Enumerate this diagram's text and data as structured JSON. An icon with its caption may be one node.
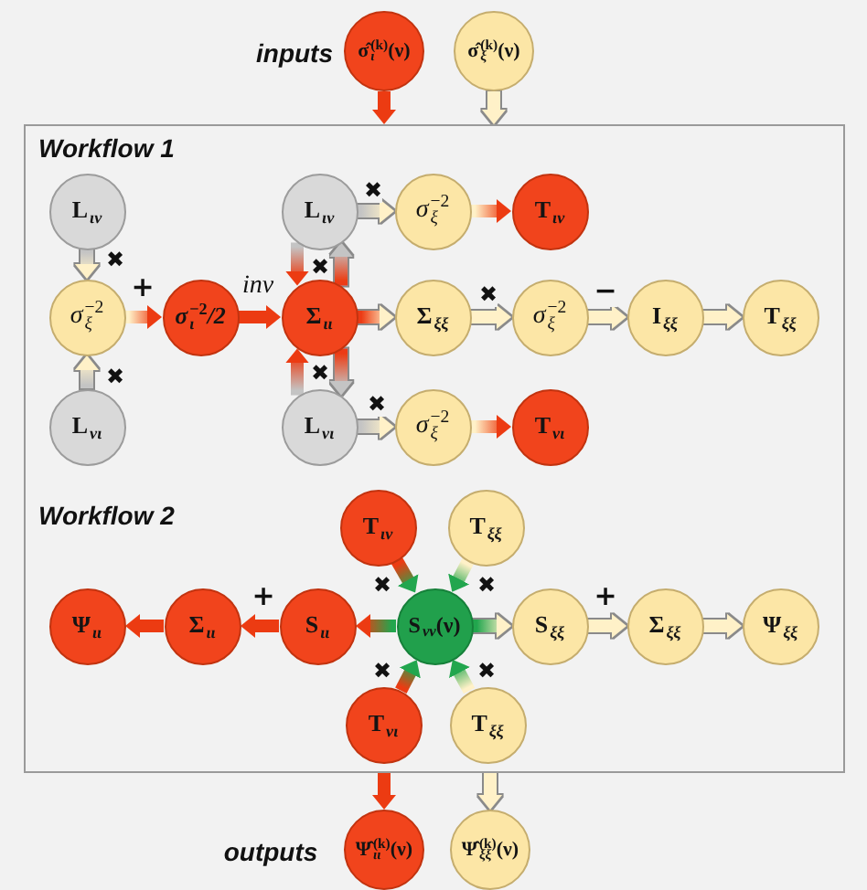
{
  "diagram": {
    "nodes": [
      {
        "text": [
          "σ̂$_{ι}$$^{(k)}$(ν)"
        ]
      },
      {
        "text": [
          "σ̂$_{ξ}$$^{(k)}$(ν)"
        ]
      },
      {
        "text": [
          "Workflow 1",
          "Workflow 2"
        ]
      },
      {
        "text": [
          "L$_{ιν}$"
        ],
        "in": 2
      },
      {
        "text": [
          "L$_{ιν}$"
        ],
        "in": 2
      },
      {
        "text": [
          "σ$_{ξ}$$^{−2}$"
        ],
        "in": 2
      },
      {
        "text": [
          "T$_{ιν}$"
        ],
        "in": 2
      },
      {
        "text": [
          "σ$_{ξ}$$^{−2}$"
        ],
        "in": 2
      },
      {
        "text": [
          "σ$_{ι}$$^{−2}$/2"
        ],
        "in": 2
      },
      {
        "text": [
          "Σ$_{ιι}$"
        ],
        "in": 2
      },
      {
        "text": [
          "Σ$_{ξξ}$"
        ],
        "in": 2
      },
      {
        "text": [
          "σ$_{ξ}$$^{−2}$"
        ],
        "in": 2
      },
      {
        "text": [
          "I$_{ξξ}$"
        ],
        "in": 2
      },
      {
        "text": [
          "T$_{ξξ}$"
        ],
        "in": 2
      },
      {
        "text": [
          "L$_{νι}$"
        ],
        "in": 2
      },
      {
        "text": [
          "L$_{νι}$"
        ],
        "in": 2
      },
      {
        "text": [
          "σ$_{ξ}$$^{−2}$"
        ],
        "in": 2
      },
      {
        "text": [
          "T$_{νι}$"
        ],
        "in": 2
      },
      {
        "text": [
          "T$_{ιν}$"
        ],
        "in": 2
      },
      {
        "text": [
          "T$_{ξξ}$"
        ],
        "in": 2
      },
      {
        "text": [
          "Ψ$_{ιι}$"
        ],
        "in": 2
      },
      {
        "text": [
          "Σ$_{ιι}$"
        ],
        "in": 2
      },
      {
        "text": [
          "S$_{ιι}$"
        ],
        "in": 2
      },
      {
        "text": [
          "S$_{νν}$(ν)"
        ],
        "in": 2
      },
      {
        "text": [
          "S$_{ξξ}$"
        ],
        "in": 2
      },
      {
        "text": [
          "Σ$_{ξξ}$"
        ],
        "in": 2
      },
      {
        "text": [
          "Ψ$_{ξξ}$"
        ],
        "in": 2
      },
      {
        "text": [
          "T$_{νι}$"
        ],
        "in": 2
      },
      {
        "text": [
          "T$_{ξξ}$"
        ],
        "in": 2
      },
      {
        "text": [
          "Ψ̂$_{ιι}$$^{(k)}$(ν)"
        ]
      },
      {
        "text": [
          "Ψ̂$_{ξξ}$$^{(k)}$(ν)"
        ]
      }
    ],
    "edges": [
      {
        "from": 0,
        "to": 2,
        "arrow": "to"
      },
      {
        "from": 1,
        "to": 2,
        "arrow": "to"
      },
      {
        "from": 3,
        "to": 7,
        "arrow": "to",
        "label": "✖"
      },
      {
        "from": 14,
        "to": 7,
        "arrow": "to",
        "label": "✖"
      },
      {
        "from": 7,
        "to": 8,
        "arrow": "to",
        "label": "+"
      },
      {
        "from": 8,
        "to": 9,
        "arrow": "to",
        "label": "inv"
      },
      {
        "from": 4,
        "to": 9,
        "arrow": "to",
        "label": "✖"
      },
      {
        "from": 9,
        "to": 4,
        "arrow": "to"
      },
      {
        "from": 4,
        "to": 5,
        "arrow": "to",
        "label": "✖"
      },
      {
        "from": 5,
        "to": 6,
        "arrow": "to"
      },
      {
        "from": 9,
        "to": 10,
        "arrow": "to"
      },
      {
        "from": 10,
        "to": 11,
        "arrow": "to",
        "label": "✖"
      },
      {
        "from": 11,
        "to": 12,
        "arrow": "to",
        "label": "−"
      },
      {
        "from": 12,
        "to": 13,
        "arrow": "to"
      },
      {
        "from": 15,
        "to": 9,
        "arrow": "to",
        "label": "✖"
      },
      {
        "from": 9,
        "to": 15,
        "arrow": "to"
      },
      {
        "from": 15,
        "to": 16,
        "arrow": "to",
        "label": "✖"
      },
      {
        "from": 16,
        "to": 17,
        "arrow": "to"
      },
      {
        "from": 18,
        "to": 23,
        "arrow": "to",
        "label": "✖"
      },
      {
        "from": 19,
        "to": 23,
        "arrow": "to",
        "label": "✖"
      },
      {
        "from": 27,
        "to": 23,
        "arrow": "to",
        "label": "✖"
      },
      {
        "from": 28,
        "to": 23,
        "arrow": "to",
        "label": "✖"
      },
      {
        "from": 23,
        "to": 22,
        "arrow": "to"
      },
      {
        "from": 22,
        "to": 21,
        "arrow": "to",
        "label": "+"
      },
      {
        "from": 21,
        "to": 20,
        "arrow": "to"
      },
      {
        "from": 23,
        "to": 24,
        "arrow": "to"
      },
      {
        "from": 24,
        "to": 25,
        "arrow": "to",
        "label": "+"
      },
      {
        "from": 25,
        "to": 26,
        "arrow": "to"
      },
      {
        "from": 2,
        "to": 29,
        "arrow": "to"
      },
      {
        "from": 2,
        "to": 30,
        "arrow": "to"
      }
    ],
    "labels": [
      "inputs",
      "outputs"
    ]
  }
}
